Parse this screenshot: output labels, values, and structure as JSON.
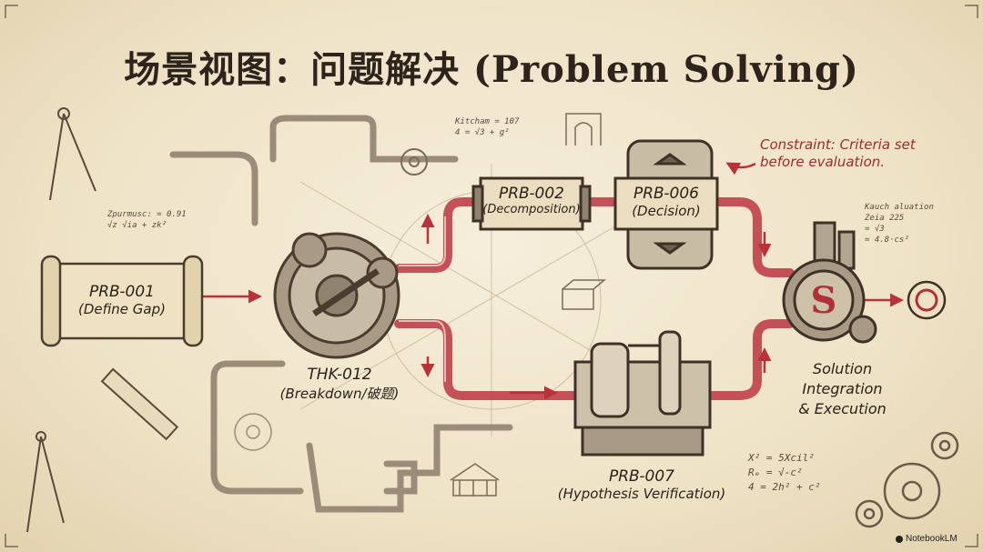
{
  "title": "场景视图：问题解决 (Problem Solving)",
  "nodes": {
    "define_gap": {
      "id": "PRB-001",
      "label": "(Define Gap)"
    },
    "breakdown": {
      "id": "THK-012",
      "label": "(Breakdown/破题)"
    },
    "decomposition": {
      "id": "PRB-002",
      "label": "(Decomposition)"
    },
    "decision": {
      "id": "PRB-006",
      "label": "(Decision)"
    },
    "hypothesis": {
      "id": "PRB-007",
      "label": "(Hypothesis Verification)"
    },
    "solution": {
      "line1": "Solution",
      "line2": "Integration",
      "line3": "& Execution"
    }
  },
  "constraint": {
    "line1": "Constraint: Criteria set",
    "line2": "before evaluation."
  },
  "notes": {
    "top": {
      "line1": "Kitcham = 107",
      "line2": "4 = √3 + g²"
    },
    "left": {
      "line1": "Zpurmusc: = 0.91",
      "line2": "√z √ia + zk²"
    },
    "right": {
      "line1": "Kauch aluation",
      "line2": "Zeia 225",
      "line3": "= √3",
      "line4": "= 4.8·cs²"
    },
    "bottom": {
      "line1": "X² = 5Xcil²",
      "line2": "Rₑ = √-c²",
      "line3": "4 = 2h² + c²"
    }
  },
  "brand": "NotebookLM",
  "colors": {
    "ink": "#3a2e24",
    "pipe_red": "#c0404a",
    "constraint_red": "#a32a2a",
    "paper": "#efe3c7"
  }
}
